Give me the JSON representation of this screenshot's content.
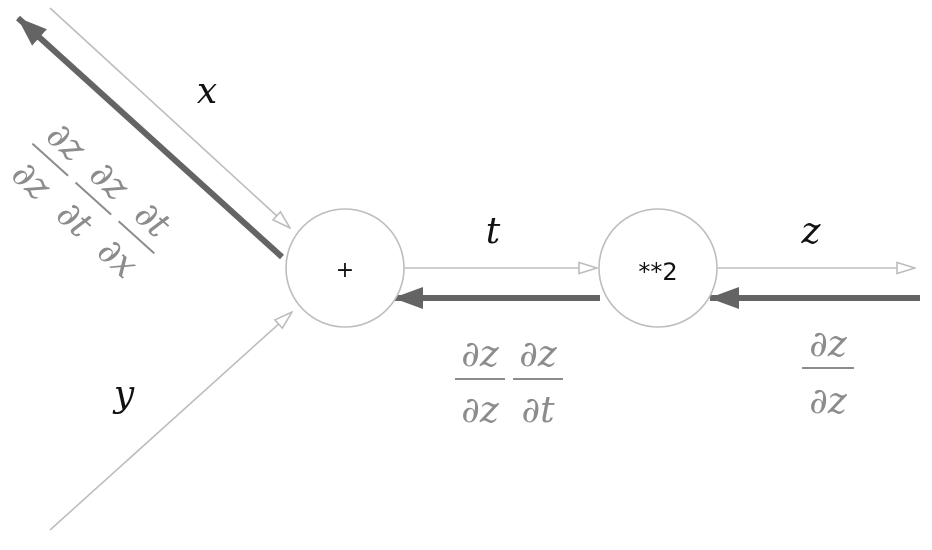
{
  "nodes": {
    "add": {
      "label": "+"
    },
    "square": {
      "label": "**2"
    }
  },
  "variables": {
    "x": "x",
    "y": "y",
    "t": "t",
    "z": "z"
  },
  "gradients": {
    "dz_dz": {
      "num": "∂z",
      "den": "∂z"
    },
    "dz_dt": {
      "num": "∂z",
      "den": "∂t"
    },
    "dt_dx": {
      "num": "∂t",
      "den": "∂x"
    }
  },
  "colors": {
    "forward_edge": "#bdbdbd",
    "backward_edge": "#646464",
    "gradient_text": "#8c8c8c",
    "variable_text": "#111111"
  }
}
